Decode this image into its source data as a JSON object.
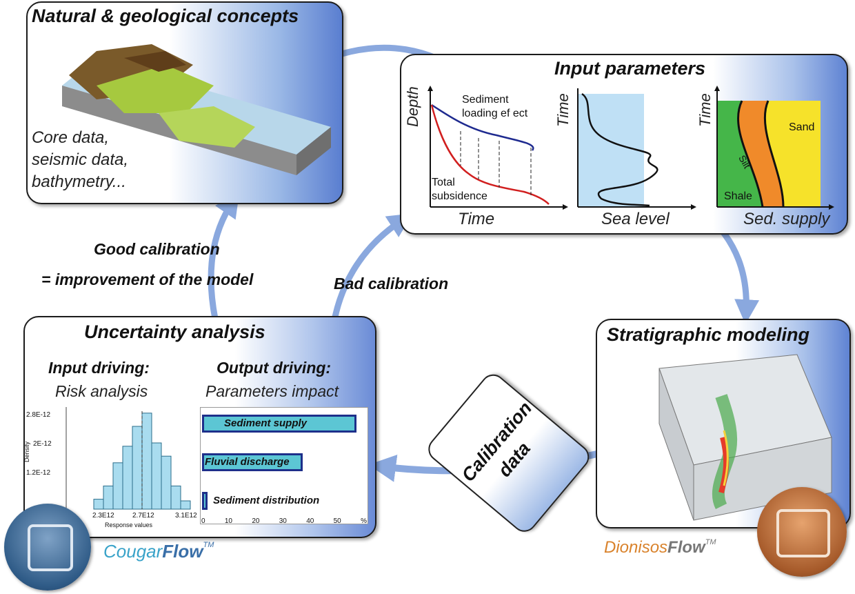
{
  "panels": {
    "natural": {
      "title": "Natural & geological concepts",
      "notes": [
        "Core data,",
        "seismic data,",
        "bathymetry..."
      ]
    },
    "input": {
      "title": "Input parameters",
      "chart1": {
        "ylabel": "Depth",
        "xlabel": "Time",
        "top_label_1": "Sediment",
        "top_label_2": "loading ef ect",
        "bottom_label_1": "Total",
        "bottom_label_2": "subsidence"
      },
      "chart2": {
        "ylabel": "Time",
        "xlabel": "Sea level"
      },
      "chart3": {
        "ylabel": "Time",
        "xlabel": "Sed. supply",
        "zones": [
          "Sand",
          "Silt",
          "Shale"
        ]
      }
    },
    "uncertainty": {
      "title": "Uncertainty analysis",
      "left_heading": "Input driving:",
      "left_sub": "Risk analysis",
      "right_heading": "Output driving:",
      "right_sub": "Parameters impact"
    },
    "stratigraphic": {
      "title": "Stratigraphic modeling"
    }
  },
  "arrows": {
    "good_calibration_1": "Good calibration",
    "good_calibration_2": "= improvement of the model",
    "bad_calibration": "Bad calibration",
    "calibration_data_1": "Calibration",
    "calibration_data_2": "data"
  },
  "logos": {
    "cougar_a": "Cougar",
    "cougar_b": "Flow",
    "cougar_tm": "TM",
    "dionisos_a": "Dionisos",
    "dionisos_b": "Flow",
    "dionisos_tm": "TM"
  },
  "chart_data": [
    {
      "type": "bar",
      "title": "",
      "ylabel": "Density",
      "xlabel": "Response values",
      "y_ticks": [
        "2.8E-12",
        "2E-12",
        "1.2E-12"
      ],
      "x_ticks": [
        "2.3E12",
        "2.7E12",
        "3.1E12"
      ],
      "values": [
        0.3,
        0.7,
        1.4,
        1.9,
        2.5,
        2.9,
        2.0,
        1.6,
        0.7,
        0.25
      ],
      "ylim": [
        0,
        3.0
      ]
    },
    {
      "type": "bar",
      "orientation": "horizontal",
      "categories": [
        "Sediment supply",
        "Fluvial discharge",
        "Sediment distribution"
      ],
      "values": [
        57,
        37,
        2
      ],
      "x_ticks": [
        "0",
        "10",
        "20",
        "30",
        "40",
        "50",
        "%"
      ],
      "xlim": [
        0,
        60
      ]
    }
  ],
  "colors": {
    "arrow": "#8aa8de",
    "bar_fill": "#5cc6d4",
    "bar_border": "#1d2f8a",
    "hist_fill": "#a9dcef"
  }
}
